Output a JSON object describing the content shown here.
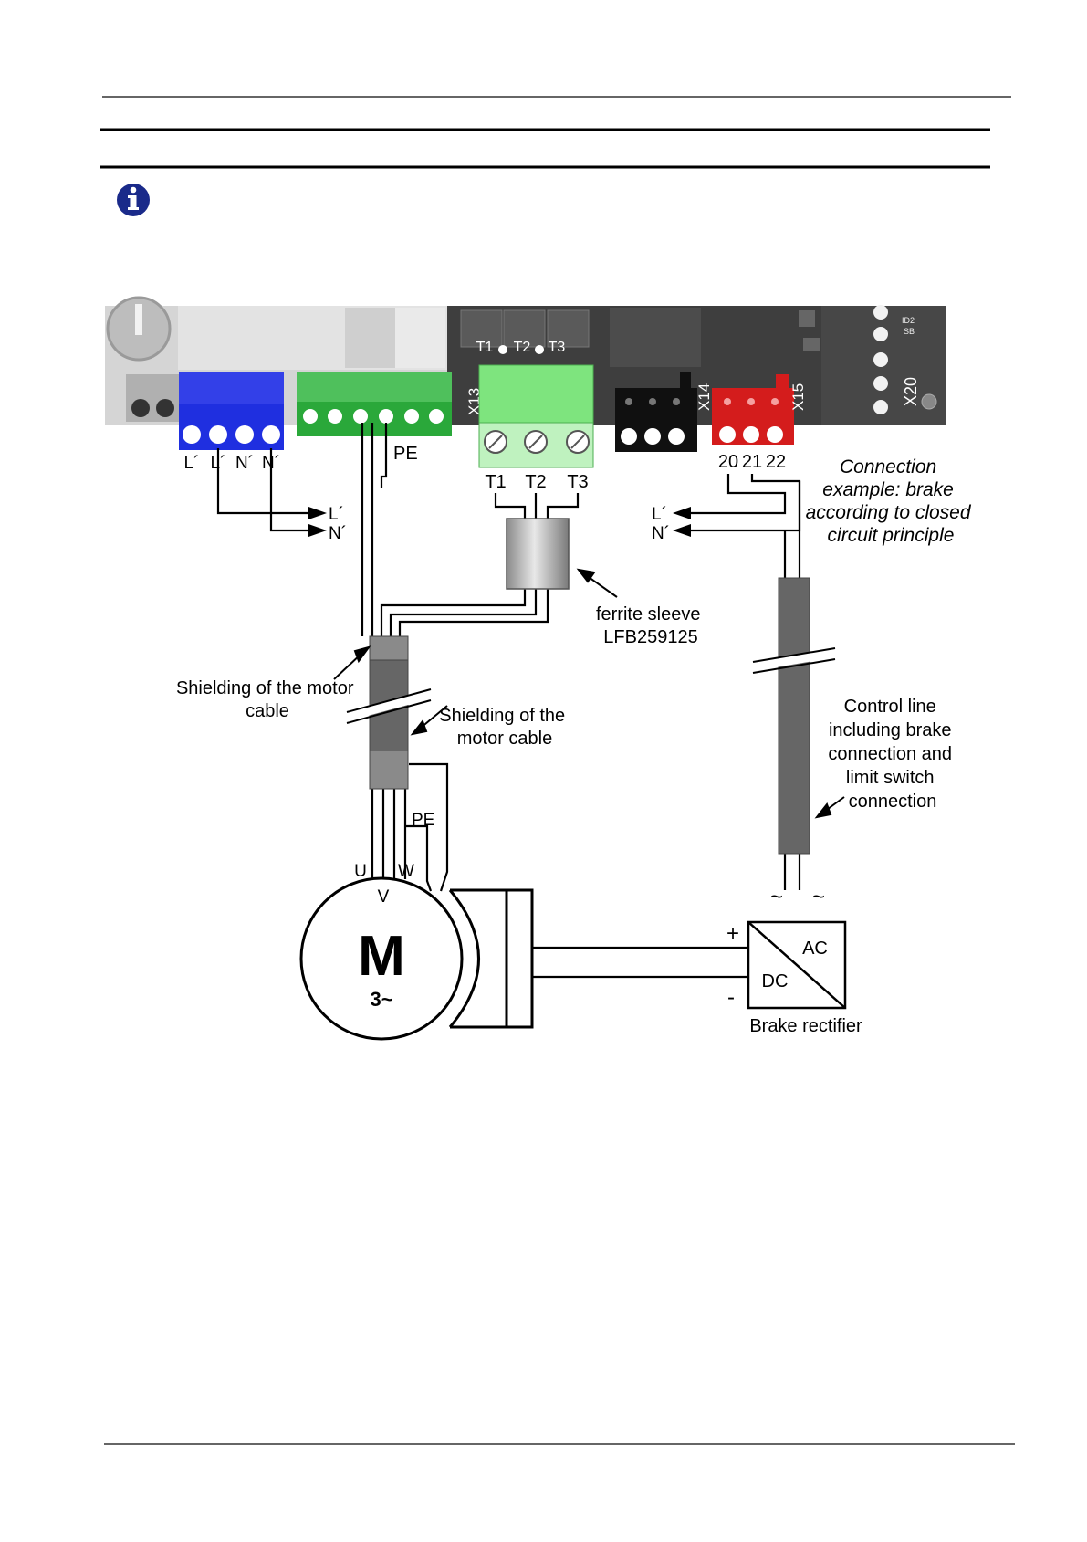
{
  "board": {
    "top_terminals": [
      "T1",
      "T2",
      "T3"
    ],
    "blue_terminal_labels": [
      "L´",
      "L´",
      "N´",
      "N´"
    ],
    "green_pe_label": "PE",
    "x13_label": "X13",
    "x13_terminals": [
      "T1",
      "T2",
      "T3"
    ],
    "x14_label": "X14",
    "x15_label": "X15",
    "x15_terminals": [
      "20",
      "21",
      "22"
    ],
    "x20_label": "X20",
    "chip_label_1": "ID2",
    "chip_label_2": "SB",
    "colors": {
      "blue_terminal": "#1f2fe0",
      "green_terminal": "#2aa83a",
      "light_green_terminal": "#7ee47e",
      "red_terminal": "#d41c1c",
      "board_dark": "#3e3e3e"
    }
  },
  "labels": {
    "mains_l": "L´",
    "mains_n": "N´",
    "brake_l": "L´",
    "brake_n": "N´",
    "connection_example": [
      "Connection",
      "example: brake",
      "according to closed",
      "circuit principle"
    ],
    "ferrite": [
      "ferrite sleeve",
      "LFB259125"
    ],
    "shield_left": [
      "Shielding of the motor",
      "cable"
    ],
    "shield_right": [
      "Shielding of the",
      "motor cable"
    ],
    "control_line": [
      "Control line",
      "including brake",
      "connection and",
      "limit switch",
      "connection"
    ],
    "pe_lower": "PE",
    "u": "U",
    "v": "V",
    "w": "W",
    "motor_m": "M",
    "motor_phase": "3~",
    "tilde_1": "~",
    "tilde_2": "~",
    "plus": "+",
    "minus": "-",
    "ac": "AC",
    "dc": "DC",
    "brake_rectifier": "Brake rectifier"
  },
  "icons": {
    "info": "info-icon"
  }
}
